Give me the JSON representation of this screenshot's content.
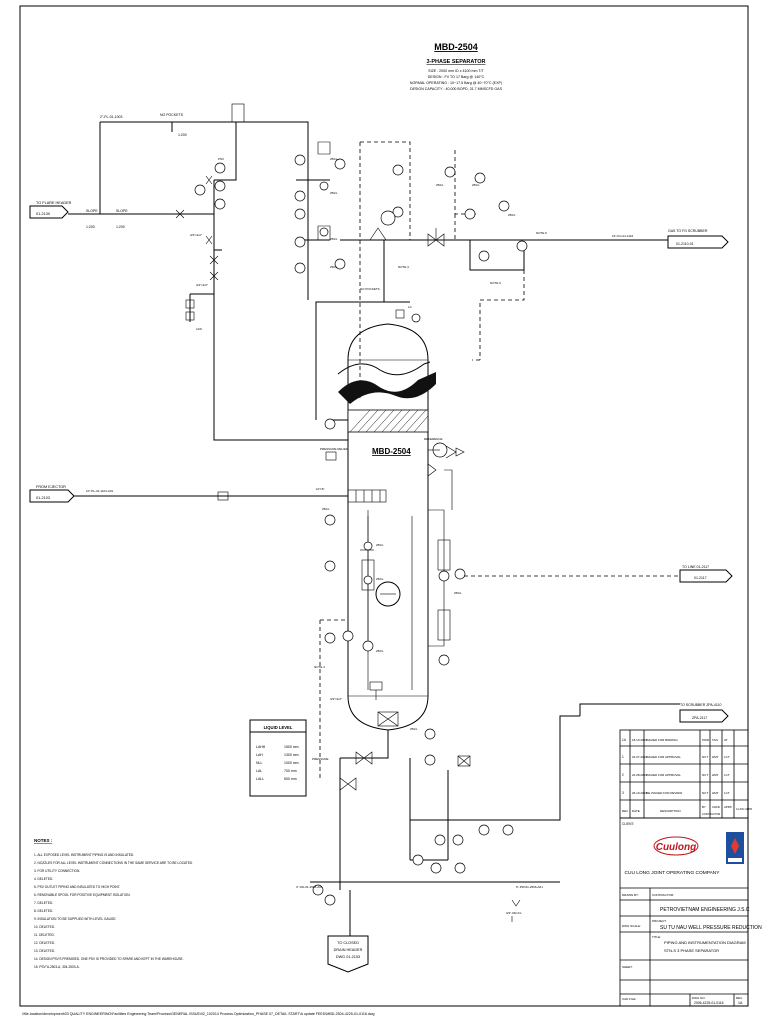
{
  "header": {
    "equipment_tag": "MBD-2504",
    "equipment_name": "3-PHASE SEPARATOR",
    "spec_lines": [
      "SIZE : 2000 mm ID x 4100 mm T/T",
      "DESIGN : FV TO 17 Barg @ 140°C",
      "NORMAL OPERATING : 10~17.5 Barg @ 40~70°C (EXP)",
      "DESIGN CAPACITY : 40,000 BOPD, 31.7 MMSCFD GAS"
    ]
  },
  "vessel": {
    "tag": "MBD-2504"
  },
  "lines": {
    "flare_header": "TO FLARE HEADER",
    "flare_ref": "01-2130",
    "from_ejector": "FROM EJECTOR",
    "from_ejector_ref": "01-2103",
    "gas_to_fg": "GAS TO FG SCRUBBER",
    "gas_to_fg_ref": "01-2110-01",
    "to_line_right": "TO LINE 01-2117",
    "to_line_right_ref": "01-2117",
    "to_scrubber": "TO SCRUBBER ZPA-4110",
    "to_scrubber_ref": "ZPA-2117",
    "closed_drain_1": "TO CLOSED",
    "closed_drain_2": "DRAIN HEADER",
    "closed_drain_ref": "DWG 01-2153",
    "no_pockets": "NO POCKETS",
    "slope": "SLOPE",
    "slope_val": "1:200"
  },
  "liquid_level": {
    "title": "LIQUID LEVEL",
    "rows": [
      {
        "tag": "LAHH",
        "val": "1500 mm"
      },
      {
        "tag": "LAH",
        "val": "1300 mm"
      },
      {
        "tag": "NLL",
        "val": "1000 mm"
      },
      {
        "tag": "LAL",
        "val": "700 mm"
      },
      {
        "tag": "LALL",
        "val": "500 mm"
      }
    ]
  },
  "notes": {
    "title": "NOTES :",
    "items": [
      "1. ALL EXPOSED LEVEL INSTRUMENT PIPING IS AND INSULATED.",
      "2. NOZZLES FOR ALL LEVEL INSTRUMENT CONNECTIONS IN THE SAME SERVICE ARE TO BE LOCATED",
      "3. FOR UTILITY CONNECTION.",
      "4. DELETED.",
      "5. PSV OUTLET PIPING AND INSULATED TO HIGH POINT.",
      "6. REMOVABLE SPOOL FOR POSITIVE EQUIPMENT ISOLATION.",
      "7. DELETED.",
      "8. DELETED.",
      "9. INSULATION TO BE SUPPLIED WITH LEVEL GAUGE.",
      "10. DELETED.",
      "11. DELETED.",
      "12. DELETED.",
      "13. DELETED.",
      "14. DESIGN PSV'S PREMISED. ONE PSV IS PROVIDED TO SPARE AND KEPT IN THE WAREHOUSE.",
      "15. PSV\"A-2503-A, 304-2503-A."
    ]
  },
  "revisions": [
    {
      "rev": "1A",
      "date": "18.10.2019",
      "desc": "ISSUED FOR BIDDING",
      "by": "PWD",
      "chk": "TAN",
      "app": "AT"
    },
    {
      "rev": "1",
      "date": "01.07.2019",
      "desc": "ISSUED FOR APPROVAL",
      "by": "NCT",
      "chk": "HMT",
      "app": "LCT"
    },
    {
      "rev": "2",
      "date": "22.08.2019",
      "desc": "ISSUED FOR APPROVAL",
      "by": "NCT",
      "chk": "HMT",
      "app": "LCT"
    },
    {
      "rev": "3",
      "date": "26.10.2019",
      "desc": "RE-ISSUED FOR REVIEW",
      "by": "NCT",
      "chk": "HMT",
      "app": "LCT"
    }
  ],
  "rev_header": {
    "rev": "REV",
    "date": "DATE",
    "desc": "DESCRIPTION",
    "by": "BY",
    "chk": "CHKD",
    "app": "APPR",
    "contractor": "CONTRACTOR",
    "cljoc": "CLJOC APPR"
  },
  "title_block": {
    "client_label": "CLIENT:",
    "client_logo": "Cuulong",
    "client_name": "CUU LONG JOINT OPERATING COMPANY",
    "drawn_by_label": "DRAWN BY:",
    "contractor_label": "CONTRACTOR:",
    "contractor_name": "PETROVIETNAM ENGINEERING J.S.C",
    "dwg_scale_label": "DWG SCALE:",
    "project_label": "PROJECT:",
    "project_name": "SU TU NAU WELL PRESSURE REDUCTION",
    "title_label": "TITLE:",
    "title_line1": "PIPING AND INSTRUMENTATION DIAGRAM",
    "title_line2": "STN-S 3 PHASE SEPARATOR",
    "sheet_label": "SHEET:",
    "cad_file_label": "CAD FILE:",
    "dwg_no_label": "DWG NO.",
    "dwg_no": "2006-4225-01-0116",
    "rev_label": "REV.",
    "rev": "1A"
  },
  "footer_path": "\\\\file-location\\development\\03 QUALITY ENGINEERING\\Facilities Engineering Team\\Process\\GENERAL ISSUE\\02_102014 Process Optimization_PHASE 07_DETAIL START\\A update FEED\\MBD-2504-4225-01-0116.dwg"
}
